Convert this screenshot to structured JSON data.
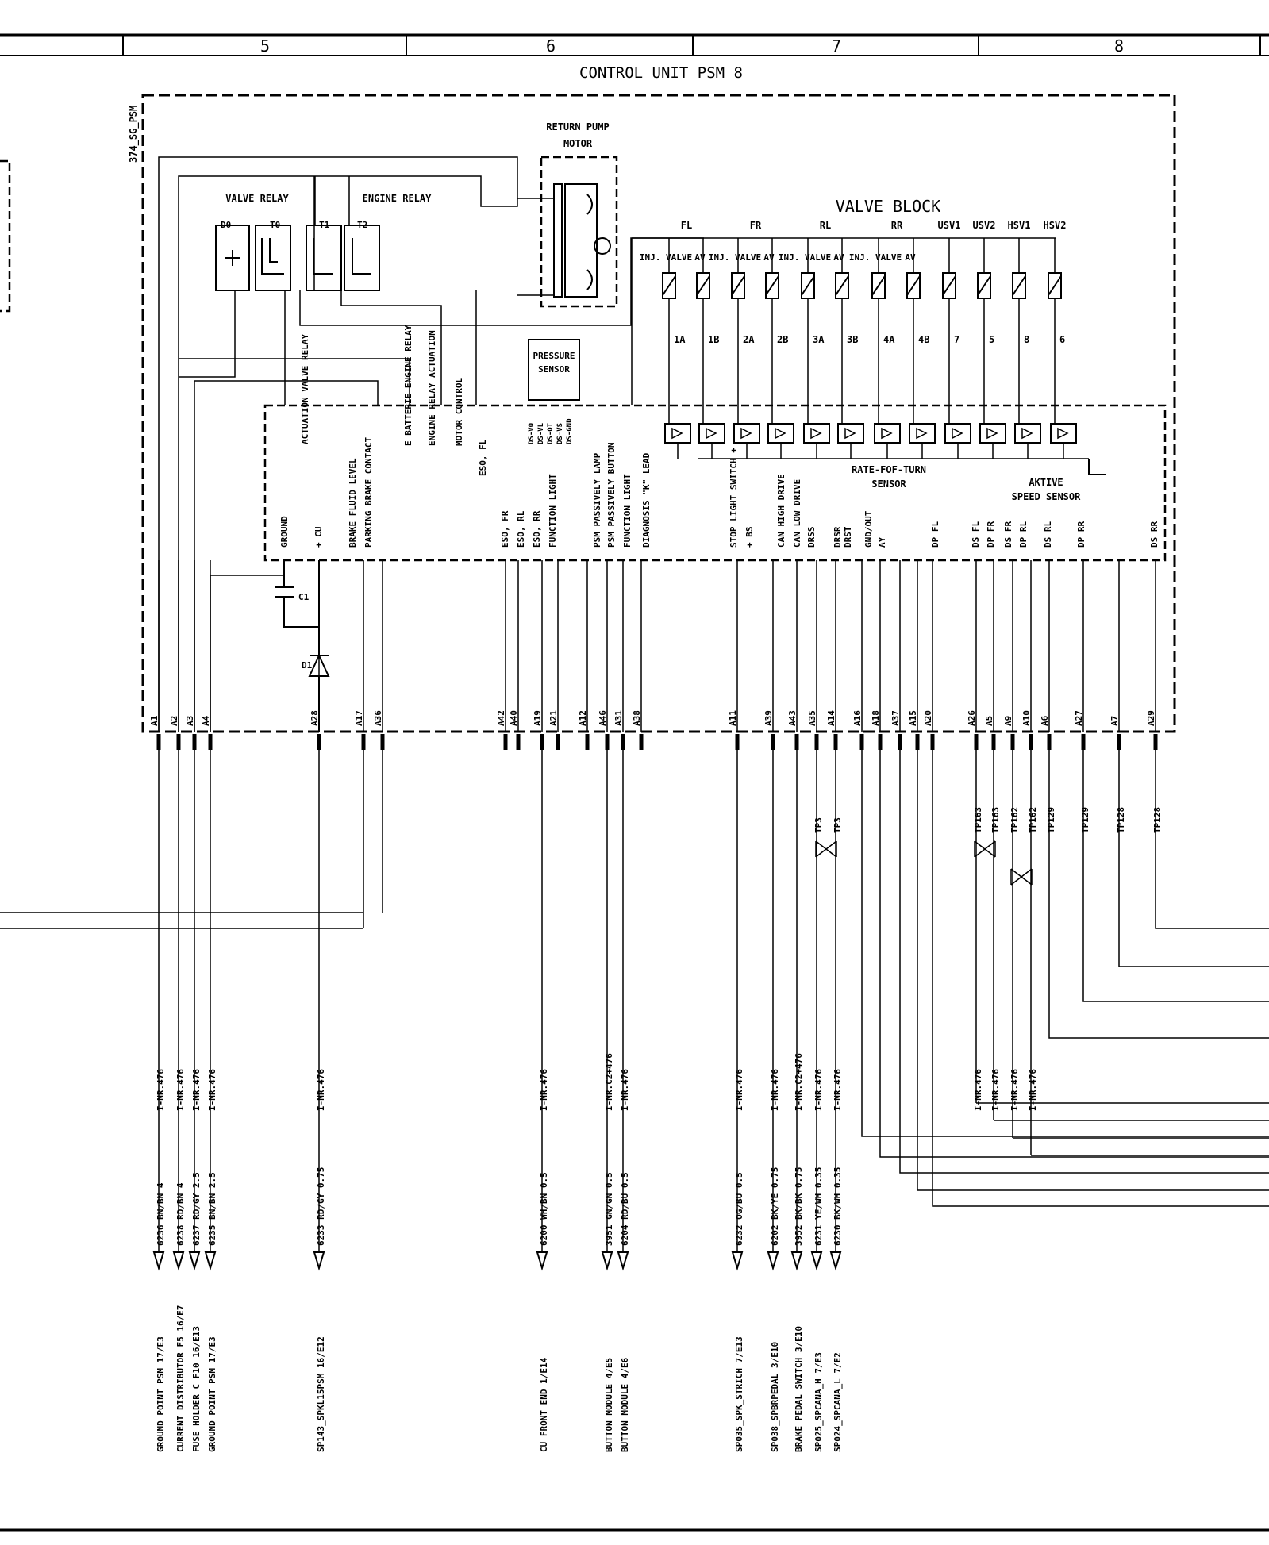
{
  "title": "CONTROL UNIT  PSM 8",
  "columns": [
    "5",
    "6",
    "7",
    "8"
  ],
  "unit_id": "374_SG_PSM",
  "components": {
    "return_pump_motor": [
      "RETURN PUMP",
      "MOTOR"
    ],
    "valve_relay": "VALVE RELAY",
    "engine_relay": "ENGINE RELAY",
    "relay_contacts": [
      "D0",
      "T0",
      "T1",
      "T2"
    ],
    "valve_block": "VALVE BLOCK",
    "pressure_sensor": [
      "PRESSURE",
      "SENSOR"
    ],
    "rate_of_turn_sensor": [
      "RATE-FOF-TURN",
      "SENSOR"
    ],
    "aktive_speed_sensor": [
      "AKTIVE",
      "SPEED SENSOR"
    ],
    "capacitor": "C1",
    "diode": "D1"
  },
  "valve_groups": [
    "FL",
    "FR",
    "RL",
    "RR",
    "USV1",
    "USV2",
    "HSV1",
    "HSV2"
  ],
  "valve_headers": [
    "INJ. VALVE",
    "AV",
    "INJ. VALVE",
    "AV",
    "INJ. VALVE",
    "AV",
    "INJ. VALVE",
    "AV"
  ],
  "valve_ids": [
    "1A",
    "1B",
    "2A",
    "2B",
    "3A",
    "3B",
    "4A",
    "4B",
    "7",
    "5",
    "8",
    "6"
  ],
  "pressure_pins": [
    "DS-VO",
    "DS-VL",
    "DS-OT",
    "DS-VS",
    "DS-GND"
  ],
  "internal_labels": [
    "GROUND",
    "ACTUATION VALVE RELAY",
    "+ CU",
    "BRAKE FLUID LEVEL",
    "PARKING BRAKE CONTACT",
    "E BATTERIE ENGINE RELAY",
    "ENGINE RELAY ACTUATION",
    "MOTOR CONTROL",
    "ESO, FL",
    "ESO, FR",
    "ESO, RL",
    "ESO, RR",
    "FUNCTION LIGHT",
    "PSM PASSIVELY LAMP",
    "PSM PASSIVELY BUTTON",
    "FUNCTION LIGHT",
    "DIAGNOSIS \"K\" LEAD",
    "STOP LIGHT SWITCH +",
    "+ BS",
    "CAN HIGH DRIVE",
    "CAN LOW DRIVE",
    "DRSS",
    "DRSR",
    "DRST",
    "GND/OUT",
    "AY",
    "DP FL",
    "DS FL",
    "DP FR",
    "DS FR",
    "DP RL",
    "DS RL",
    "DP RR",
    "DS RR"
  ],
  "pins": [
    "A1",
    "A2",
    "A3",
    "A4",
    "A28",
    "A17",
    "A36",
    "A42",
    "A40",
    "A19",
    "A21",
    "A12",
    "A46",
    "A31",
    "A38",
    "A11",
    "A39",
    "A43",
    "A35",
    "A14",
    "A16",
    "A18",
    "A37",
    "A15",
    "A20",
    "A26",
    "A5",
    "A9",
    "A10",
    "A6",
    "A27",
    "A7",
    "A29"
  ],
  "test_points": [
    "TP3",
    "TP3",
    "TP163",
    "TP163",
    "TP162",
    "TP162",
    "TP129",
    "TP129",
    "TP128",
    "TP128"
  ],
  "wires": [
    {
      "ref": "I-NR.476",
      "wire": "6236 BN/BN 4",
      "dest": "GROUND POINT PSM  17/E3"
    },
    {
      "ref": "I-NR.476",
      "wire": "6238 RD/BN 4",
      "dest": "CURRENT DISTRIBUTOR F5  16/E7"
    },
    {
      "ref": "I-NR.476",
      "wire": "6237 RD/GY 2.5",
      "dest": "FUSE HOLDER C F10  16/E13"
    },
    {
      "ref": "I-NR.476",
      "wire": "6235 BN/BN 2.5",
      "dest": "GROUND POINT PSM  17/E3"
    },
    {
      "ref": "I-NR.476",
      "wire": "6233 RD/GY 0.75",
      "dest": "SP143_SPKL15PSM 16/E12"
    },
    {
      "ref": "I-NR.476",
      "wire": "6200 WH/BN 0.5",
      "dest": "CU FRONT END  1/E14"
    },
    {
      "ref": "I-NR.C2+476",
      "wire": "3951 GN/GN 0.5",
      "dest": "BUTTON MODULE  4/E5"
    },
    {
      "ref": "I-NR.476",
      "wire": "6204 RD/BU 0.5",
      "dest": "BUTTON MODULE  4/E6"
    },
    {
      "ref": "I-NR.476",
      "wire": "6232 OG/BU 0.5",
      "dest": "SP035_SPK_STRICH  7/E13"
    },
    {
      "ref": "I-NR.476",
      "wire": "6202 BK/YE 0.75",
      "dest": "SP038_SPBRPEDAL  3/E10"
    },
    {
      "ref": "I-NR.C2+476",
      "wire": "3952 BK/BK 0.75",
      "dest": "BRAKE PEDAL SWITCH  3/E10"
    },
    {
      "ref": "I-NR.476",
      "wire": "6231 YE/WH 0.35",
      "dest": "SP025_SPCANA_H  7/E3"
    },
    {
      "ref": "I-NR.476",
      "wire": "6230 BK/WH 0.35",
      "dest": "SP024_SPCANA_L  7/E2"
    },
    {
      "ref": "I-NR.476",
      "wire": "",
      "dest": ""
    },
    {
      "ref": "I-NR.476",
      "wire": "",
      "dest": ""
    },
    {
      "ref": "I-NR.476",
      "wire": "",
      "dest": ""
    },
    {
      "ref": "I-NR.476",
      "wire": "",
      "dest": ""
    }
  ]
}
